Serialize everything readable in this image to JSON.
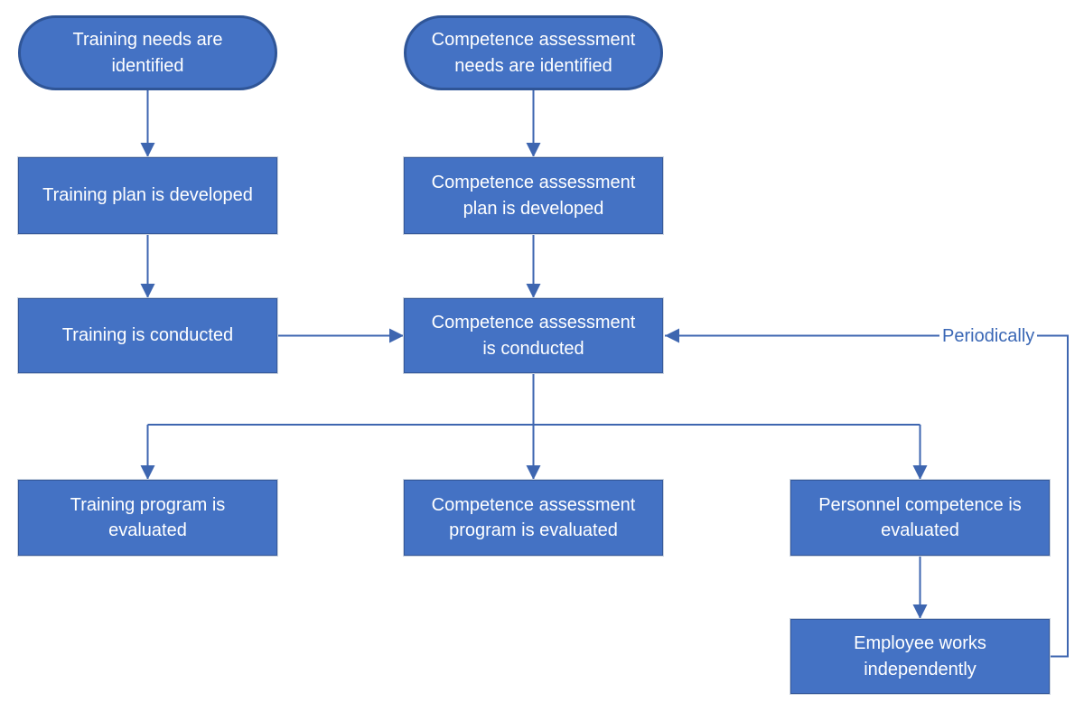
{
  "diagram": {
    "type": "flowchart",
    "colors": {
      "node_fill": "#4472C4",
      "pill_border": "#2F5597",
      "rect_border": "#35599B",
      "connector": "#3E66B0",
      "node_text": "#FFFFFF",
      "edge_label_color": "#3A67B5",
      "background": "#FFFFFF"
    },
    "nodes": {
      "training_needs": "Training needs are\nidentified",
      "competence_needs": "Competence assessment\nneeds are identified",
      "training_plan": "Training plan is developed",
      "competence_plan": "Competence assessment\nplan is developed",
      "training_conducted": "Training is conducted",
      "competence_conducted": "Competence assessment\nis conducted",
      "training_evaluated": "Training program is\nevaluated",
      "competence_evaluated": "Competence assessment\nprogram is evaluated",
      "personnel_evaluated": "Personnel competence is\nevaluated",
      "employee_works": "Employee works\nindependently"
    },
    "edge_label": "Periodically",
    "edges": [
      "training_needs -> training_plan",
      "competence_needs -> competence_plan",
      "training_plan -> training_conducted",
      "competence_plan -> competence_conducted",
      "training_conducted -> competence_conducted",
      "competence_conducted -> training_evaluated",
      "competence_conducted -> competence_evaluated",
      "competence_conducted -> personnel_evaluated",
      "personnel_evaluated -> employee_works",
      "employee_works -> competence_conducted (Periodically)"
    ]
  }
}
